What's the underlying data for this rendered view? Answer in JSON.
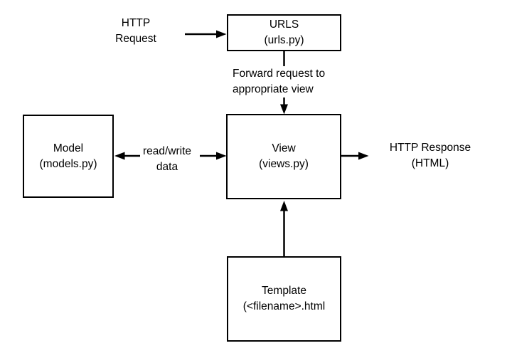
{
  "colors": {
    "stroke": "#000000",
    "text": "#000000",
    "background": "#ffffff"
  },
  "nodes": {
    "urls": {
      "title": "URLS",
      "subtitle": "(urls.py)"
    },
    "view": {
      "title": "View",
      "subtitle": "(views.py)"
    },
    "model": {
      "title": "Model",
      "subtitle": "(models.py)"
    },
    "template": {
      "title": "Template",
      "subtitle": "(<filename>.html"
    }
  },
  "labels": {
    "http_request": {
      "line1": "HTTP",
      "line2": "Request"
    },
    "forward": {
      "line1": "Forward request to",
      "line2": "appropriate view"
    },
    "read_write": {
      "line1": "read/write",
      "line2": "data"
    },
    "http_response": {
      "line1": "HTTP Response",
      "line2": "(HTML)"
    }
  },
  "edges": [
    {
      "name": "http-request-to-urls",
      "from": "HTTP Request",
      "to": "URLS",
      "direction": "right"
    },
    {
      "name": "urls-to-view",
      "from": "URLS",
      "to": "View",
      "direction": "down",
      "label": "Forward request to appropriate view"
    },
    {
      "name": "view-to-model",
      "from": "View",
      "to": "Model",
      "direction": "left",
      "label": "read/write data"
    },
    {
      "name": "model-to-view",
      "from": "Model",
      "to": "View",
      "direction": "right",
      "label": "read/write data"
    },
    {
      "name": "view-to-response",
      "from": "View",
      "to": "HTTP Response",
      "direction": "right"
    },
    {
      "name": "template-to-view",
      "from": "Template",
      "to": "View",
      "direction": "up"
    }
  ]
}
